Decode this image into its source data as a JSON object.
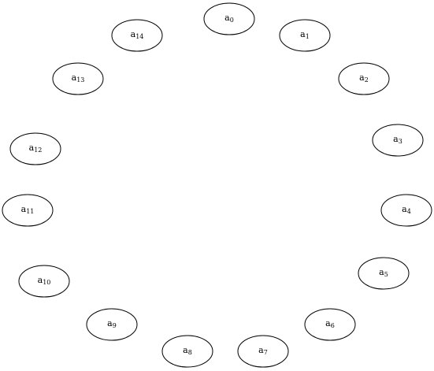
{
  "diagram": {
    "nodes": [
      {
        "id": "a0",
        "base": "a",
        "index": "0"
      },
      {
        "id": "a1",
        "base": "a",
        "index": "1"
      },
      {
        "id": "a2",
        "base": "a",
        "index": "2"
      },
      {
        "id": "a3",
        "base": "a",
        "index": "3"
      },
      {
        "id": "a4",
        "base": "a",
        "index": "4"
      },
      {
        "id": "a5",
        "base": "a",
        "index": "5"
      },
      {
        "id": "a6",
        "base": "a",
        "index": "6"
      },
      {
        "id": "a7",
        "base": "a",
        "index": "7"
      },
      {
        "id": "a8",
        "base": "a",
        "index": "8"
      },
      {
        "id": "a9",
        "base": "a",
        "index": "9"
      },
      {
        "id": "a10",
        "base": "a",
        "index": "10"
      },
      {
        "id": "a11",
        "base": "a",
        "index": "11"
      },
      {
        "id": "a12",
        "base": "a",
        "index": "12"
      },
      {
        "id": "a13",
        "base": "a",
        "index": "13"
      },
      {
        "id": "a14",
        "base": "a",
        "index": "14"
      }
    ]
  }
}
